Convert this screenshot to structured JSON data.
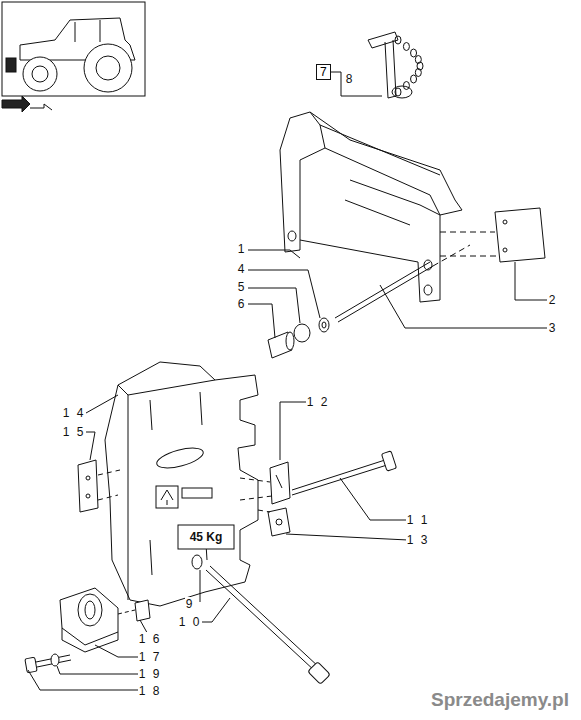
{
  "diagram": {
    "nodes": [
      {
        "text": [
          "7"
        ]
      }
    ],
    "labels": [
      "8",
      "1",
      "4",
      "5",
      "6",
      "2",
      "3",
      "1 4",
      "1 5",
      "1 2",
      "1 1",
      "1 3",
      "9",
      "1 0",
      "1 6",
      "1 7",
      "1 9",
      "1 8",
      "45 Kg",
      "Sprzedajemy.pl"
    ]
  }
}
